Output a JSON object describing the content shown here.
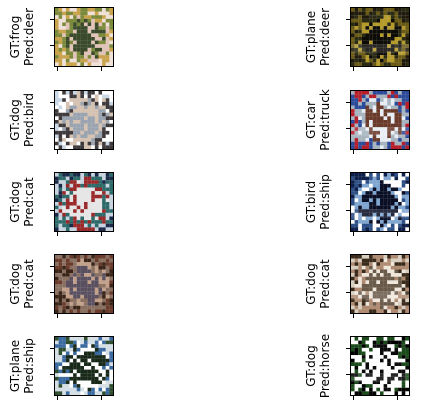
{
  "panels": [
    {
      "gt": "GT:frog",
      "pred": "Pred:deer",
      "palette": [
        "#f0e2d8",
        "#c9a24a",
        "#7b8a3a",
        "#e1c3b7",
        "#3a4a2a"
      ]
    },
    {
      "gt": "GT:plane",
      "pred": "Pred:deer",
      "palette": [
        "#1f1a0c",
        "#6a5a14",
        "#2b2a12",
        "#b59b2a",
        "#0e0c07"
      ]
    },
    {
      "gt": "GT:dog",
      "pred": "Pred:bird",
      "palette": [
        "#c9d8e6",
        "#ffffff",
        "#3e3a3c",
        "#d6c2b1",
        "#9aa4b0"
      ]
    },
    {
      "gt": "GT:car",
      "pred": "Pred:truck",
      "palette": [
        "#b61e2a",
        "#2c4a9a",
        "#a6b4c0",
        "#e8eef4",
        "#6a3a2a"
      ]
    },
    {
      "gt": "GT:dog",
      "pred": "Pred:cat",
      "palette": [
        "#1b2a4a",
        "#c8d4e0",
        "#2d6b6b",
        "#9a2a2a",
        "#e6e6e6"
      ]
    },
    {
      "gt": "GT:bird",
      "pred": "Pred:ship",
      "palette": [
        "#0e1f4a",
        "#2c4f86",
        "#ffffff",
        "#7fa6d1",
        "#0a0f26"
      ]
    },
    {
      "gt": "GT:dog",
      "pred": "Pred:cat",
      "palette": [
        "#6a3a2a",
        "#3a2418",
        "#8a7060",
        "#c2a08a",
        "#5a5060"
      ]
    },
    {
      "gt": "GT:dog",
      "pred": "Pred:cat",
      "palette": [
        "#d9cfc0",
        "#3a2a1a",
        "#b08a70",
        "#efe7dc",
        "#6a5a4a"
      ]
    },
    {
      "gt": "GT:plane",
      "pred": "Pred:ship",
      "palette": [
        "#2f4f2f",
        "#d5dfe6",
        "#3a6aa0",
        "#ffffff",
        "#1a2a1a"
      ]
    },
    {
      "gt": "GT:dog",
      "pred": "Pred:horse",
      "palette": [
        "#000000",
        "#1b4a1b",
        "#ffffff",
        "#0a0a0a",
        "#ffffff"
      ]
    }
  ]
}
